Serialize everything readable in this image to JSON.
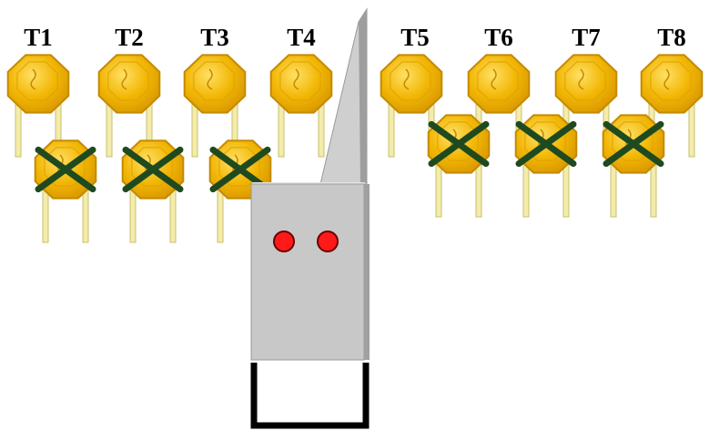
{
  "targets": [
    {
      "label": "T1",
      "rejected": true
    },
    {
      "label": "T2",
      "rejected": true
    },
    {
      "label": "T3",
      "rejected": true
    },
    {
      "label": "T4",
      "rejected": false
    },
    {
      "label": "T5",
      "rejected": true
    },
    {
      "label": "T6",
      "rejected": true
    },
    {
      "label": "T7",
      "rejected": true
    },
    {
      "label": "T8",
      "rejected": false
    }
  ],
  "colors": {
    "octagon_fill": "#f2b705",
    "octagon_stroke": "#c48a00",
    "leg": "#f3ecaa",
    "cross": "#1f4a1f",
    "device": "#c8c8c8",
    "indicator": "#ff1a1a"
  }
}
